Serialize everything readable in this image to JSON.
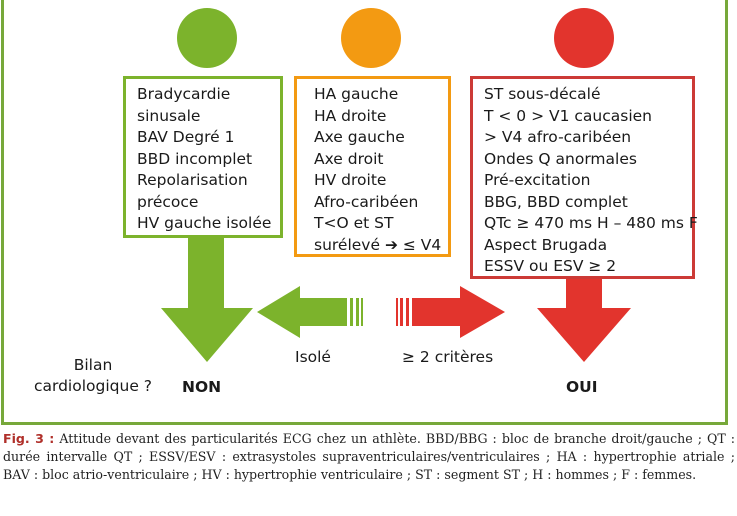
{
  "colors": {
    "green": "#7cb32c",
    "orange": "#f39a12",
    "red": "#e2342d",
    "frame": "#77a83a"
  },
  "boxes": {
    "green": [
      "Bradycardie",
      "sinusale",
      "BAV Degré 1",
      "BBD incomplet",
      "Repolarisation",
      "précoce",
      "HV gauche isolée"
    ],
    "orange": [
      "HA gauche",
      "HA droite",
      "Axe gauche",
      "Axe droit",
      "HV droite",
      "Afro-caribéen",
      "T<O et ST",
      "surélevé ➔ ≤ V4"
    ],
    "red": [
      "ST sous-décalé",
      "T < 0 > V1 caucasien",
      "> V4 afro-caribéen",
      "Ondes Q anormales",
      "Pré-excitation",
      "BBG, BBD complet",
      "QTc ≥ 470 ms H – 480 ms F",
      "Aspect Brugada",
      "ESSV ou ESV ≥ 2"
    ]
  },
  "labels": {
    "bilan_line1": "Bilan",
    "bilan_line2": "cardiologique ?",
    "non": "NON",
    "oui": "OUI",
    "isole": "Isolé",
    "criteres": "≥ 2 critères"
  },
  "caption": {
    "fig": "Fig. 3 :",
    "text": " Attitude devant des particularités ECG chez un athlète. BBD/BBG : bloc de branche droit/gauche ; QT : durée intervalle QT ; ESSV/ESV : extrasystoles supraventriculaires/ventriculaires ; HA : hypertrophie atriale ; BAV : bloc atrio-ventriculaire ; HV : hypertrophie ventriculaire ; ST : segment ST ; H : hommes ; F : femmes."
  }
}
